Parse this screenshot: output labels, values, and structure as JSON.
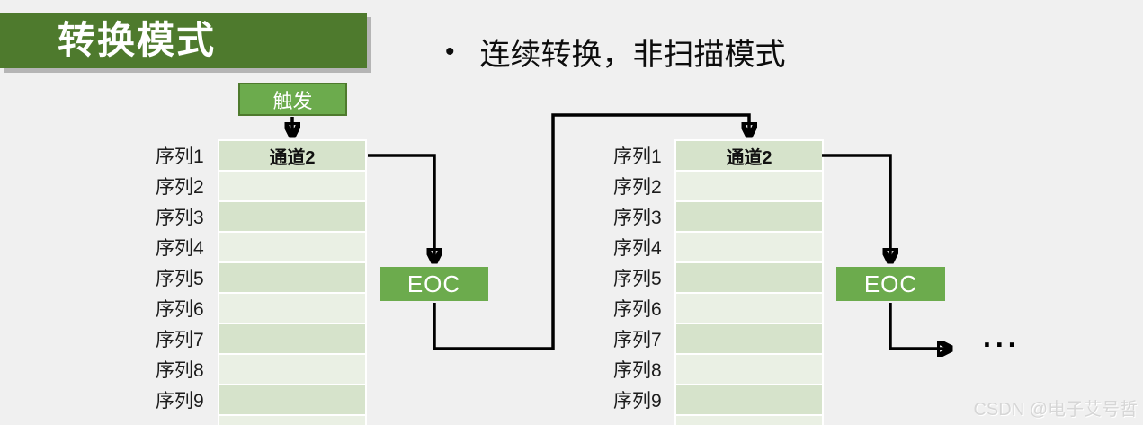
{
  "title": {
    "label": "转换模式"
  },
  "bullet": {
    "marker": "•",
    "text": "连续转换，非扫描模式"
  },
  "trigger": {
    "label": "触发"
  },
  "diagrams": [
    {
      "id": "left-sequence",
      "eoc_label": "EOC",
      "rows": [
        {
          "label": "序列1",
          "value": "通道2"
        },
        {
          "label": "序列2",
          "value": ""
        },
        {
          "label": "序列3",
          "value": ""
        },
        {
          "label": "序列4",
          "value": ""
        },
        {
          "label": "序列5",
          "value": ""
        },
        {
          "label": "序列6",
          "value": ""
        },
        {
          "label": "序列7",
          "value": ""
        },
        {
          "label": "序列8",
          "value": ""
        },
        {
          "label": "序列9",
          "value": ""
        }
      ]
    },
    {
      "id": "right-sequence",
      "eoc_label": "EOC",
      "rows": [
        {
          "label": "序列1",
          "value": "通道2"
        },
        {
          "label": "序列2",
          "value": ""
        },
        {
          "label": "序列3",
          "value": ""
        },
        {
          "label": "序列4",
          "value": ""
        },
        {
          "label": "序列5",
          "value": ""
        },
        {
          "label": "序列6",
          "value": ""
        },
        {
          "label": "序列7",
          "value": ""
        },
        {
          "label": "序列8",
          "value": ""
        },
        {
          "label": "序列9",
          "value": ""
        }
      ]
    }
  ],
  "ellipsis": "...",
  "watermark": "CSDN @电子艾号哲",
  "colors": {
    "background": "#f0f0f0",
    "banner_green": "#4e7a2d",
    "box_green": "#6cab4d",
    "box_border_green": "#4e7a2d",
    "cell_dark": "#d6e3cb",
    "cell_light": "#eaf0e4",
    "arrow": "#000000",
    "watermark_gray": "#d6d6d6"
  }
}
